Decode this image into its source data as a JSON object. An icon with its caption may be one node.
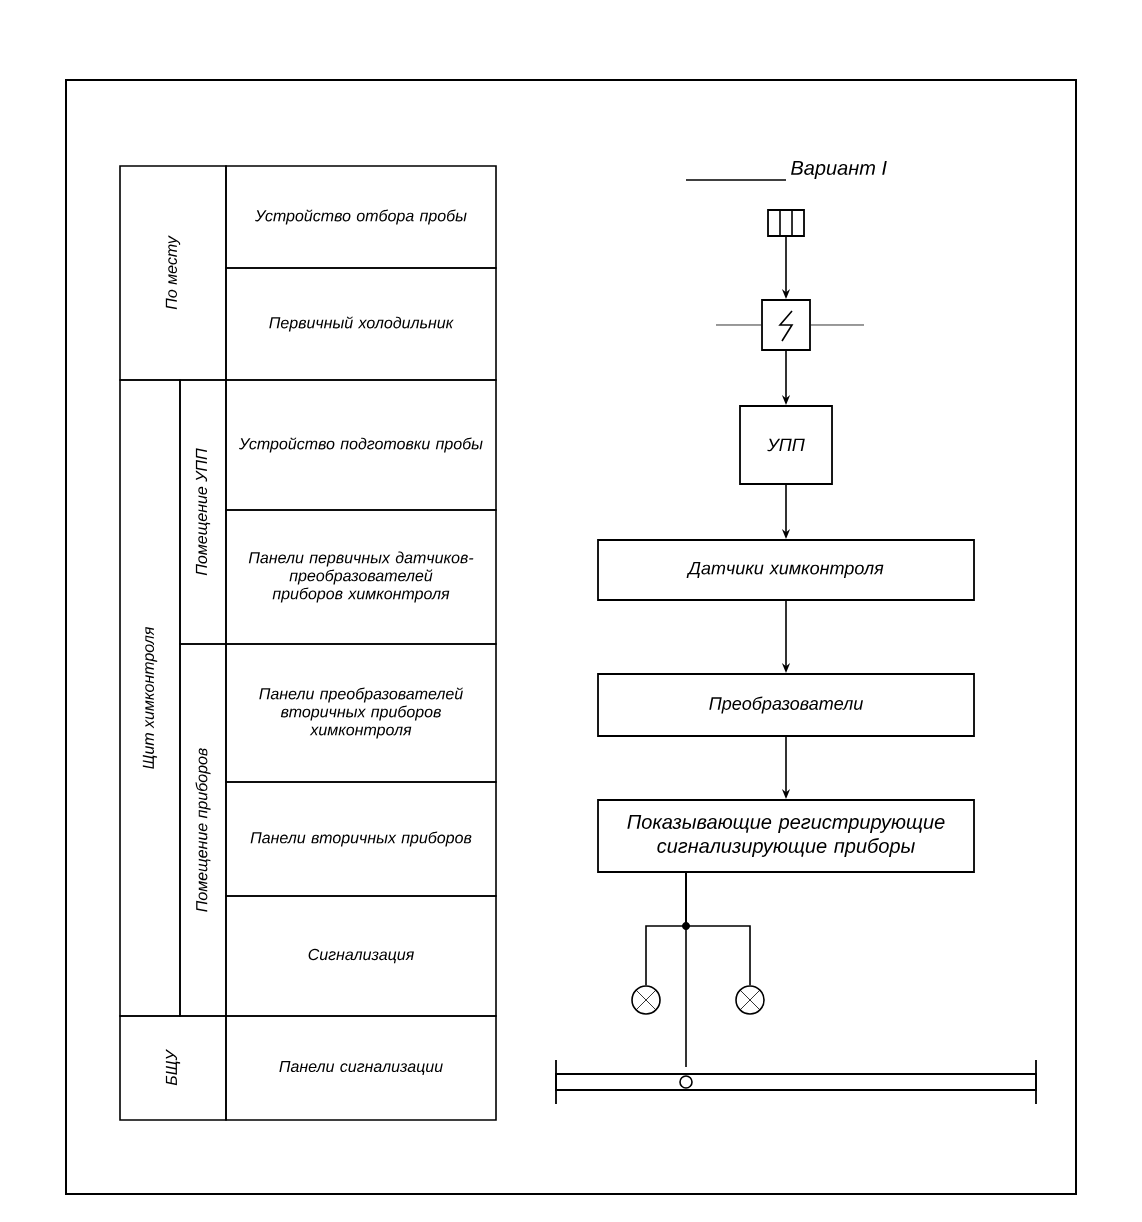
{
  "diagram": {
    "title": "Вариант I",
    "nodes": [
      {
        "text": [
          "По месту"
        ]
      },
      {
        "text": [
          "Устройство отбора пробы"
        ]
      },
      {
        "text": [
          "Первичный холодильник"
        ]
      },
      {
        "text": [
          "Щит химконтроля"
        ]
      },
      {
        "text": [
          "Помещение УПП"
        ]
      },
      {
        "text": [
          "Устройство подготовки пробы"
        ]
      },
      {
        "text": [
          "Панели первичных датчиков-преобразователей приборов химконтроля"
        ]
      },
      {
        "text": [
          "Помещение приборов"
        ]
      },
      {
        "text": [
          "Панели преобразователей вторичных приборов химконтроля"
        ]
      },
      {
        "text": [
          "Панели вторичных приборов"
        ]
      },
      {
        "text": [
          "Сигнализация"
        ]
      },
      {
        "text": [
          "БЩУ"
        ]
      },
      {
        "text": [
          "Панели сигнализации"
        ]
      },
      {
        "text": [],
        "shape": "box"
      },
      {
        "text": [],
        "shape": "box"
      },
      {
        "text": [
          "УПП"
        ]
      },
      {
        "text": [
          "Датчики химконтроля"
        ]
      },
      {
        "text": [
          "Преобразователи"
        ]
      },
      {
        "text": [
          "Показывающие регистрирующие сигнализирующие приборы"
        ]
      },
      {
        "text": [],
        "shape": "circle"
      },
      {
        "text": [],
        "shape": "circle"
      },
      {
        "text": [],
        "shape": "bar"
      }
    ],
    "edges": [
      {
        "from": 13,
        "to": 14,
        "arrow": "to"
      },
      {
        "from": 14,
        "to": 15,
        "arrow": "to"
      },
      {
        "from": 15,
        "to": 16,
        "arrow": "to"
      },
      {
        "from": 16,
        "to": 17,
        "arrow": "to"
      },
      {
        "from": 17,
        "to": 18,
        "arrow": "to"
      },
      {
        "from": 18,
        "to": 19,
        "arrow": "none"
      },
      {
        "from": 18,
        "to": 20,
        "arrow": "none"
      },
      {
        "from": 18,
        "to": 21,
        "arrow": "none"
      }
    ]
  }
}
